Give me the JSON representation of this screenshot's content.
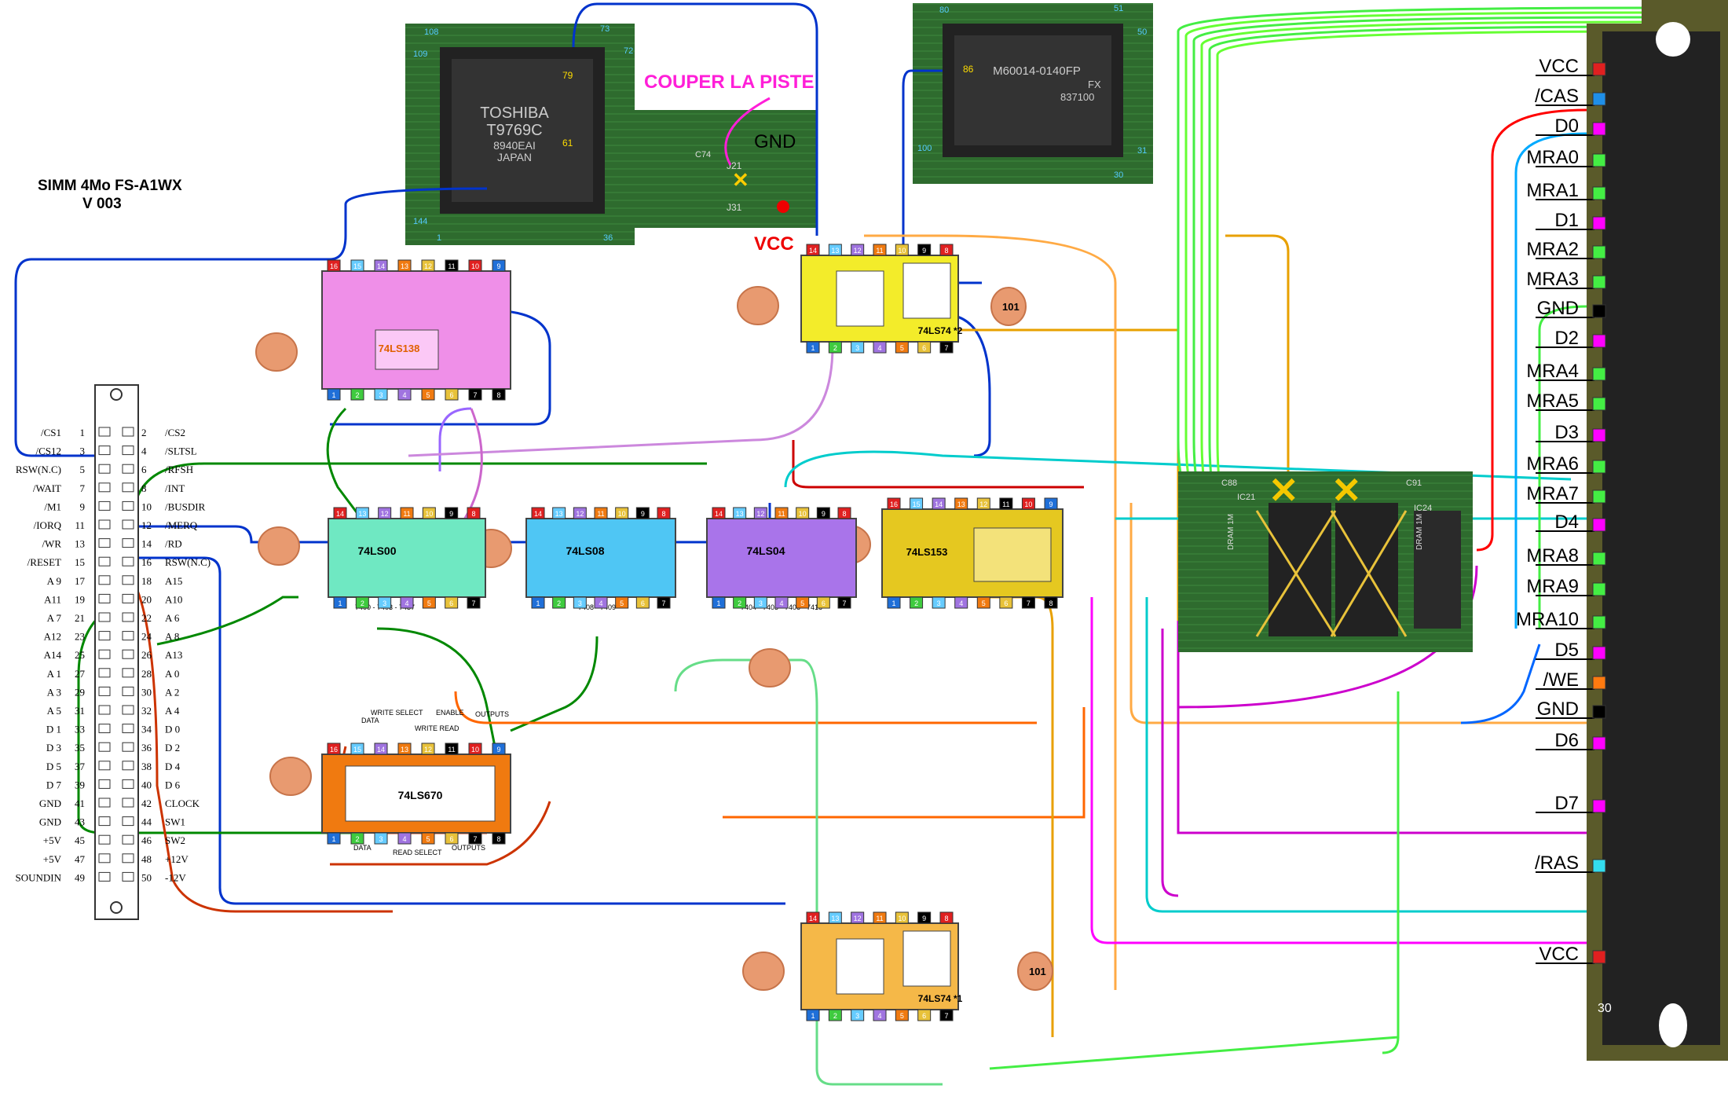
{
  "title": {
    "line1": "SIMM 4Mo FS-A1WX",
    "line2": "V 003"
  },
  "cut_note": "COUPER LA PISTE",
  "gnd_label": "GND",
  "vcc_label": "VCC",
  "jumpers": [
    "J21",
    "J31"
  ],
  "cap_label": "C74",
  "toshiba": {
    "lines": [
      "TOSHIBA",
      "T9769C",
      "8940EAI",
      "JAPAN"
    ],
    "pins": [
      "108",
      "73",
      "109",
      "72",
      "144",
      "36",
      "1"
    ],
    "arrows": [
      "79",
      "61"
    ]
  },
  "mitsubishi": {
    "lines": [
      "M60014-0140FP",
      "FX",
      "837100"
    ],
    "pins": [
      "80",
      "51",
      "50",
      "100",
      "31",
      "30"
    ],
    "arrow": "86"
  },
  "connector": {
    "left": [
      {
        "label": "/CS1",
        "pin": "1"
      },
      {
        "label": "/CS12",
        "pin": "3"
      },
      {
        "label": "RSW(N.C)",
        "pin": "5"
      },
      {
        "label": "/WAIT",
        "pin": "7"
      },
      {
        "label": "/M1",
        "pin": "9"
      },
      {
        "label": "/IORQ",
        "pin": "11"
      },
      {
        "label": "/WR",
        "pin": "13"
      },
      {
        "label": "/RESET",
        "pin": "15"
      },
      {
        "label": "A 9",
        "pin": "17"
      },
      {
        "label": "A11",
        "pin": "19"
      },
      {
        "label": "A 7",
        "pin": "21"
      },
      {
        "label": "A12",
        "pin": "23"
      },
      {
        "label": "A14",
        "pin": "25"
      },
      {
        "label": "A 1",
        "pin": "27"
      },
      {
        "label": "A 3",
        "pin": "29"
      },
      {
        "label": "A 5",
        "pin": "31"
      },
      {
        "label": "D 1",
        "pin": "33"
      },
      {
        "label": "D 3",
        "pin": "35"
      },
      {
        "label": "D 5",
        "pin": "37"
      },
      {
        "label": "D 7",
        "pin": "39"
      },
      {
        "label": "GND",
        "pin": "41"
      },
      {
        "label": "GND",
        "pin": "43"
      },
      {
        "label": "+5V",
        "pin": "45"
      },
      {
        "label": "+5V",
        "pin": "47"
      },
      {
        "label": "SOUNDIN",
        "pin": "49"
      }
    ],
    "right": [
      {
        "label": "/CS2",
        "pin": "2"
      },
      {
        "label": "/SLTSL",
        "pin": "4"
      },
      {
        "label": "/RFSH",
        "pin": "6"
      },
      {
        "label": "/INT",
        "pin": "8"
      },
      {
        "label": "/BUSDIR",
        "pin": "10"
      },
      {
        "label": "/MERQ",
        "pin": "12"
      },
      {
        "label": "/RD",
        "pin": "14"
      },
      {
        "label": "RSW(N.C)",
        "pin": "16"
      },
      {
        "label": "A15",
        "pin": "18"
      },
      {
        "label": "A10",
        "pin": "20"
      },
      {
        "label": "A 6",
        "pin": "22"
      },
      {
        "label": "A 8",
        "pin": "24"
      },
      {
        "label": "A13",
        "pin": "26"
      },
      {
        "label": "A 0",
        "pin": "28"
      },
      {
        "label": "A 2",
        "pin": "30"
      },
      {
        "label": "A 4",
        "pin": "32"
      },
      {
        "label": "D 0",
        "pin": "34"
      },
      {
        "label": "D 2",
        "pin": "36"
      },
      {
        "label": "D 4",
        "pin": "38"
      },
      {
        "label": "D 6",
        "pin": "40"
      },
      {
        "label": "CLOCK",
        "pin": "42"
      },
      {
        "label": "SW1",
        "pin": "44"
      },
      {
        "label": "SW2",
        "pin": "46"
      },
      {
        "label": "+12V",
        "pin": "48"
      },
      {
        "label": "-12V",
        "pin": "50"
      }
    ]
  },
  "chips": {
    "ls138": {
      "name": "74LS138",
      "top_pins": [
        "16",
        "15",
        "14",
        "13",
        "12",
        "11",
        "10",
        "9"
      ],
      "bottom_pins": [
        "1",
        "2",
        "3",
        "4",
        "5",
        "6",
        "7",
        "8"
      ]
    },
    "ls00": {
      "name": "74LS00",
      "family": "7400 - 7403 - 7437",
      "top_pins": [
        "14",
        "13",
        "12",
        "11",
        "10",
        "9",
        "8"
      ],
      "bottom_pins": [
        "1",
        "2",
        "3",
        "4",
        "5",
        "6",
        "7"
      ]
    },
    "ls08": {
      "name": "74LS08",
      "family": "7408 - 7409",
      "top_pins": [
        "14",
        "13",
        "12",
        "11",
        "10",
        "9",
        "8"
      ],
      "bottom_pins": [
        "1",
        "2",
        "3",
        "4",
        "5",
        "6",
        "7"
      ]
    },
    "ls04": {
      "name": "74LS04",
      "family": "7404 - 7405 - 7406 - 7416",
      "top_pins": [
        "14",
        "13",
        "12",
        "11",
        "10",
        "9",
        "8"
      ],
      "bottom_pins": [
        "1",
        "2",
        "3",
        "4",
        "5",
        "6",
        "7"
      ]
    },
    "ls153": {
      "name": "74LS153",
      "top_pins": [
        "16",
        "15",
        "14",
        "13",
        "12",
        "11",
        "10",
        "9"
      ],
      "bottom_pins": [
        "1",
        "2",
        "3",
        "4",
        "5",
        "6",
        "7",
        "8"
      ]
    },
    "ls74a": {
      "name": "74LS74 *2",
      "top_pins": [
        "14",
        "13",
        "12",
        "11",
        "10",
        "9",
        "8"
      ],
      "bottom_pins": [
        "1",
        "2",
        "3",
        "4",
        "5",
        "6",
        "7"
      ]
    },
    "ls74b": {
      "name": "74LS74 *1",
      "top_pins": [
        "14",
        "13",
        "12",
        "11",
        "10",
        "9",
        "8"
      ],
      "bottom_pins": [
        "1",
        "2",
        "3",
        "4",
        "5",
        "6",
        "7"
      ]
    },
    "ls670": {
      "name": "74LS670",
      "top_pins": [
        "16",
        "15",
        "14",
        "13",
        "12",
        "11",
        "10",
        "9"
      ],
      "bottom_pins": [
        "1",
        "2",
        "3",
        "4",
        "5",
        "6",
        "7",
        "8"
      ],
      "top_labels": [
        "DATA",
        "WRITE SELECT",
        "ENABLE",
        "WRITE READ",
        "OUTPUTS"
      ],
      "bottom_labels": [
        "DATA",
        "READ SELECT",
        "OUTPUTS"
      ]
    }
  },
  "cap_value": "101",
  "board": {
    "labels": [
      "C88",
      "IC21",
      "C91",
      "IC24",
      "DRAM 1M",
      "DRAM 1M"
    ]
  },
  "simm": {
    "labels": [
      "VCC",
      "/CAS",
      "D0",
      "MRA0",
      "MRA1",
      "D1",
      "MRA2",
      "MRA3",
      "GND",
      "D2",
      "MRA4",
      "MRA5",
      "D3",
      "MRA6",
      "MRA7",
      "D4",
      "MRA8",
      "MRA9",
      "MRA10",
      "D5",
      "/WE",
      "GND",
      "D6",
      "D7",
      "/RAS",
      "VCC"
    ],
    "pin_label": "30"
  }
}
